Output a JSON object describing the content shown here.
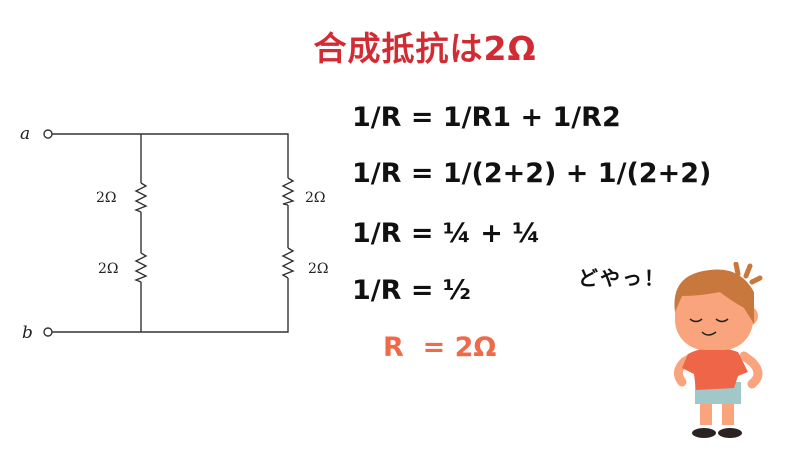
{
  "title": "合成抵抗は2Ω",
  "circuit": {
    "terminal_a": "a",
    "terminal_b": "b",
    "resistors": [
      "2Ω",
      "2Ω",
      "2Ω",
      "2Ω"
    ]
  },
  "equations": [
    "1/R = 1/R1 + 1/R2",
    "1/R = 1/(2+2) + 1/(2+2)",
    "1/R = ¼ + ¼",
    "1/R = ½"
  ],
  "result": "R  = 2Ω",
  "speech": "どやっ！",
  "colors": {
    "title": "#d32b33",
    "result": "#f06a4a"
  }
}
